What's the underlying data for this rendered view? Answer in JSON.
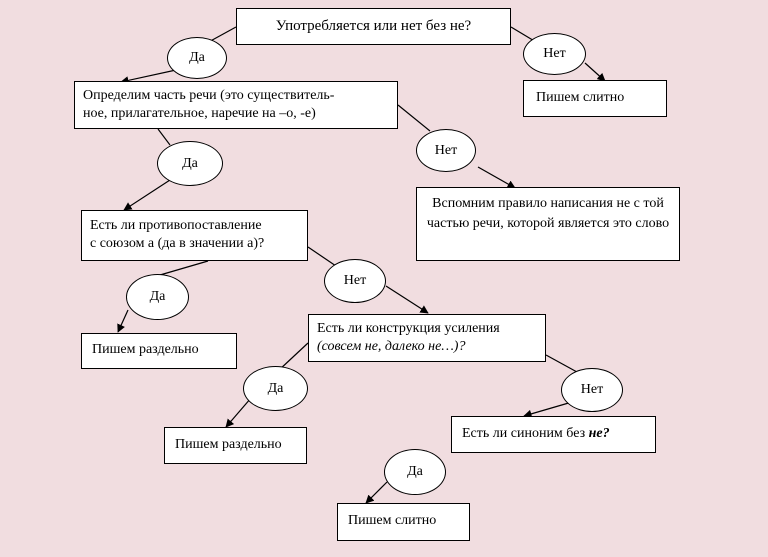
{
  "diagram": {
    "root": "Употребляется или нет без не?",
    "yes_label": "Да",
    "no_label": "Нет",
    "nodes": {
      "part_of_speech_line1": "Определим часть речи (это существитель-",
      "part_of_speech_line2": "ное, прилагательное, наречие на –о, -е)",
      "write_together": "Пишем слитно",
      "recall_rule": "Вспомним правило написания не с той частью речи, которой является это слово",
      "contrast_line1": "Есть ли противопоставление",
      "contrast_line2": "с союзом а (да в значении а)?",
      "write_apart": "Пишем раздельно",
      "intensifier_line1": "Есть ли конструкция усиления",
      "intensifier_line2": "(совсем не, далеко не…)?",
      "synonym_text": "Есть ли синоним без",
      "synonym_emph": "не?"
    }
  }
}
